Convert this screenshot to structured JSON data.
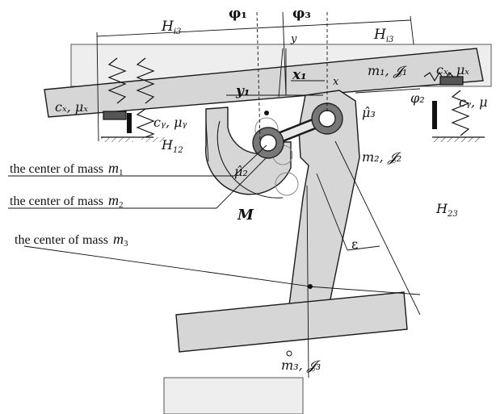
{
  "labels": {
    "H_i3_left": "H",
    "H_i3_left_sub": "i3",
    "H_i3_right": "H",
    "H_i3_right_sub": "i3",
    "phi1": "φ₁",
    "phi3": "φ₃",
    "phi2": "φ₂",
    "y_axis": "y",
    "x_axis": "x",
    "x1": "x₁",
    "y1": "y₁",
    "m1J1": "m₁, 𝓙₁",
    "m2J2": "m₂, 𝓙₂",
    "m3J3": "m₃, 𝓙₃",
    "cx_mux_left": "cₓ, μₓ",
    "cy_muy_left": "cᵧ, μᵧ",
    "cx_mux_right": "cₓ, μₓ",
    "cy_mu_right": "cᵧ, μ",
    "mu3": "μ̂₃",
    "mu2": "μ̂₂",
    "H12": "H",
    "H12_sub": "12",
    "M": "M",
    "H23": "H",
    "H23_sub": "23",
    "epsilon": "ε"
  },
  "captions": {
    "center_m1": "the center of mass",
    "center_m1_sym": "m",
    "center_m1_sub": "1",
    "center_m2": "the center of mass",
    "center_m2_sym": "m",
    "center_m2_sub": "2",
    "center_m3": "the center of mass",
    "center_m3_sym": "m",
    "center_m3_sub": "3"
  },
  "colors": {
    "body_fill": "#d6d6d6",
    "stroke": "#1a1a1a",
    "background": "#ffffff"
  }
}
